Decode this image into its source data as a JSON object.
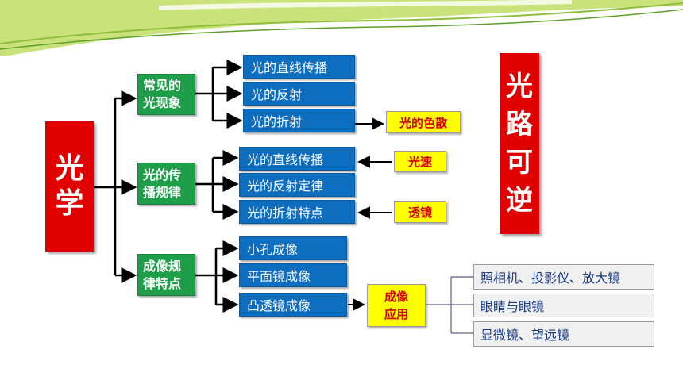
{
  "root": {
    "label": "光\n学"
  },
  "side_label": {
    "label": "光\n路\n可\n逆"
  },
  "branches": [
    {
      "label": "常见的\n光现象",
      "items": [
        "光的直线传播",
        "光的反射",
        "光的折射"
      ]
    },
    {
      "label": "光的传\n播规律",
      "items": [
        "光的直线传播",
        "光的反射定律",
        "光的折射特点"
      ]
    },
    {
      "label": "成像规\n律特点",
      "items": [
        "小孔成像",
        "平面镜成像",
        "凸透镜成像"
      ]
    }
  ],
  "notes": {
    "dispersion": "光的色散",
    "light_speed": "光速",
    "lens": "透镜",
    "imaging_application": "成像\n应用"
  },
  "applications": [
    "照相机、投影仪、放大镜",
    "眼睛与眼镜",
    "显微镜、望远镜"
  ],
  "colors": {
    "blue": "#0d6dbf",
    "green": "#1f9e4a",
    "red": "#e00000",
    "yellow": "#ffff00",
    "yellow_text": "#d40000",
    "header_green": "#c9e27a"
  }
}
